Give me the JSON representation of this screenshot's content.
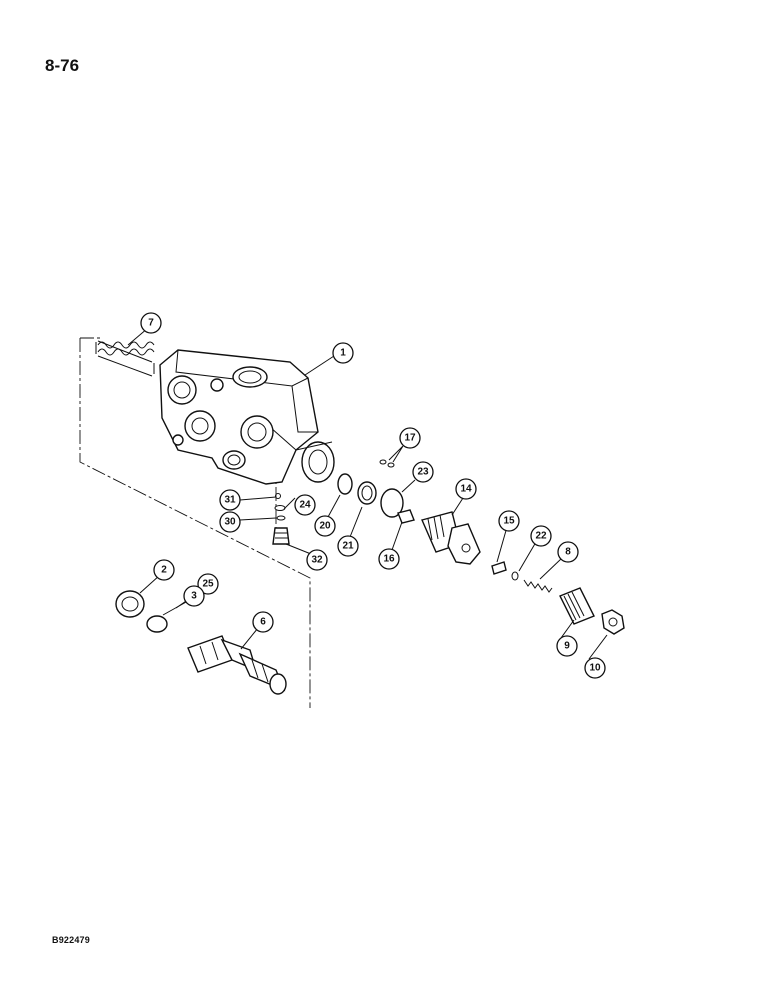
{
  "page_number": "8-76",
  "figure_code": "B922479",
  "callouts": [
    {
      "id": "c7",
      "label": "7"
    },
    {
      "id": "c1",
      "label": "1"
    },
    {
      "id": "c17",
      "label": "17"
    },
    {
      "id": "c23",
      "label": "23"
    },
    {
      "id": "c14",
      "label": "14"
    },
    {
      "id": "c31",
      "label": "31"
    },
    {
      "id": "c24",
      "label": "24"
    },
    {
      "id": "c30",
      "label": "30"
    },
    {
      "id": "c20",
      "label": "20"
    },
    {
      "id": "c21",
      "label": "21"
    },
    {
      "id": "c16",
      "label": "16"
    },
    {
      "id": "c15",
      "label": "15"
    },
    {
      "id": "c22",
      "label": "22"
    },
    {
      "id": "c8",
      "label": "8"
    },
    {
      "id": "c32",
      "label": "32"
    },
    {
      "id": "c2",
      "label": "2"
    },
    {
      "id": "c25",
      "label": "25"
    },
    {
      "id": "c3",
      "label": "3"
    },
    {
      "id": "c6",
      "label": "6"
    },
    {
      "id": "c9",
      "label": "9"
    },
    {
      "id": "c10",
      "label": "10"
    }
  ]
}
